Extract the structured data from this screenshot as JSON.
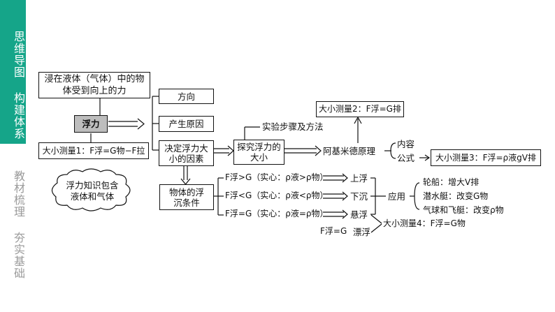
{
  "sidebar": {
    "top_label": "思维导图 构建体系",
    "bottom_label": "教材梳理 夯实基础",
    "accent": "#15a589"
  },
  "diagram": {
    "definition": "浸在液体（气体）中的物体受到向上的力",
    "buoyancy": "浮力",
    "direction": "方向",
    "cause": "产生原因",
    "measure1": "大小测量1：F浮=G物−F拉",
    "factors": "决定浮力大小的因素",
    "explore": "探究浮力的大小",
    "steps": "实验步骤及方法",
    "archimedes": "阿基米德原理",
    "measure2": "大小测量2：F浮=G排",
    "content": "内容",
    "formula": "公式",
    "measure3": "大小测量3：F浮=ρ液gV排",
    "cloud": "浮力知识包含液体和气体",
    "sink_float": "物体的浮沉条件",
    "cond_rise": "F浮>G（实心：ρ液>ρ物）",
    "cond_sink": "F浮<G（实心：ρ液<ρ物）",
    "cond_suspend": "F浮=G（实心：ρ液=ρ物）",
    "cond_floating": "F浮=G",
    "rise": "上浮",
    "sink": "下沉",
    "suspend": "悬浮",
    "floating": "漂浮",
    "application": "应用",
    "ship": "轮船：增大V排",
    "submarine": "潜水艇：改变G物",
    "balloon": "气球和飞艇：改变ρ物",
    "measure4": "大小测量4：F浮=G物"
  }
}
